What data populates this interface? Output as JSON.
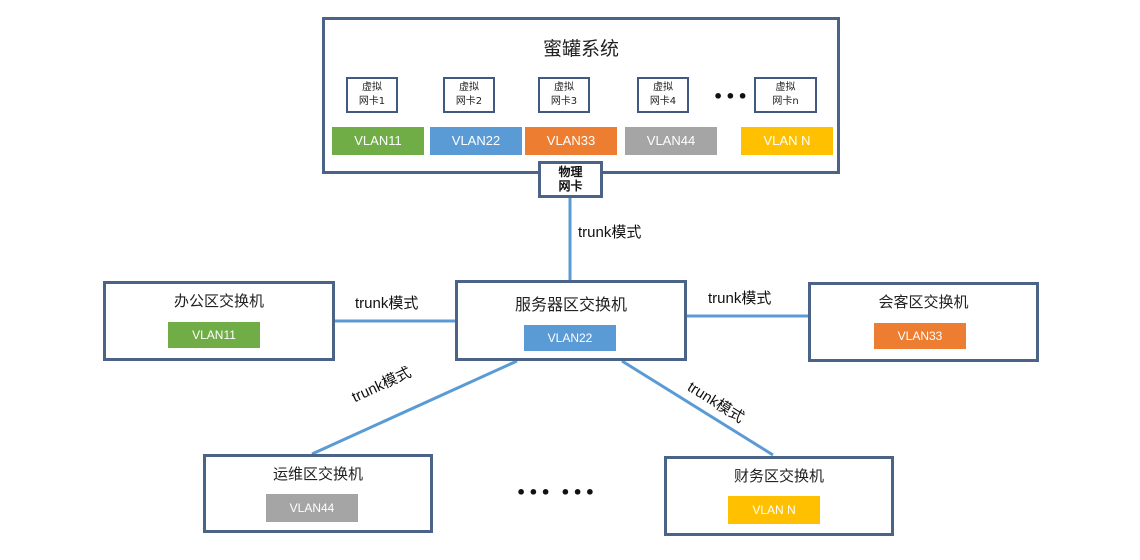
{
  "honeypot": {
    "title": "蜜罐系统",
    "virtual_nics": [
      {
        "line1": "虚拟",
        "line2": "网卡1"
      },
      {
        "line1": "虚拟",
        "line2": "网卡2"
      },
      {
        "line1": "虚拟",
        "line2": "网卡3"
      },
      {
        "line1": "虚拟",
        "line2": "网卡4"
      },
      {
        "line1": "虚拟",
        "line2": "网卡n"
      }
    ],
    "ellipsis": "•••",
    "vlans": [
      {
        "label": "VLAN11",
        "color": "#70ad47"
      },
      {
        "label": "VLAN22",
        "color": "#5b9bd5"
      },
      {
        "label": "VLAN33",
        "color": "#ed7d31"
      },
      {
        "label": "VLAN44",
        "color": "#a5a5a5"
      },
      {
        "label": "VLAN N",
        "color": "#ffc000"
      }
    ],
    "physical_nic": {
      "line1": "物理",
      "line2": "网卡"
    }
  },
  "switches": {
    "office": {
      "title": "办公区交换机",
      "vlan": "VLAN11",
      "color": "#70ad47"
    },
    "server": {
      "title": "服务器区交换机",
      "vlan": "VLAN22",
      "color": "#5b9bd5"
    },
    "guest": {
      "title": "会客区交换机",
      "vlan": "VLAN33",
      "color": "#ed7d31"
    },
    "ops": {
      "title": "运维区交换机",
      "vlan": "VLAN44",
      "color": "#a5a5a5"
    },
    "finance": {
      "title": "财务区交换机",
      "vlan": "VLAN N",
      "color": "#ffc000"
    }
  },
  "links": {
    "mode_label": "trunk模式",
    "line_color": "#5b9bd5",
    "border_color": "#4a6386"
  },
  "bottom_ellipsis": "••• •••"
}
